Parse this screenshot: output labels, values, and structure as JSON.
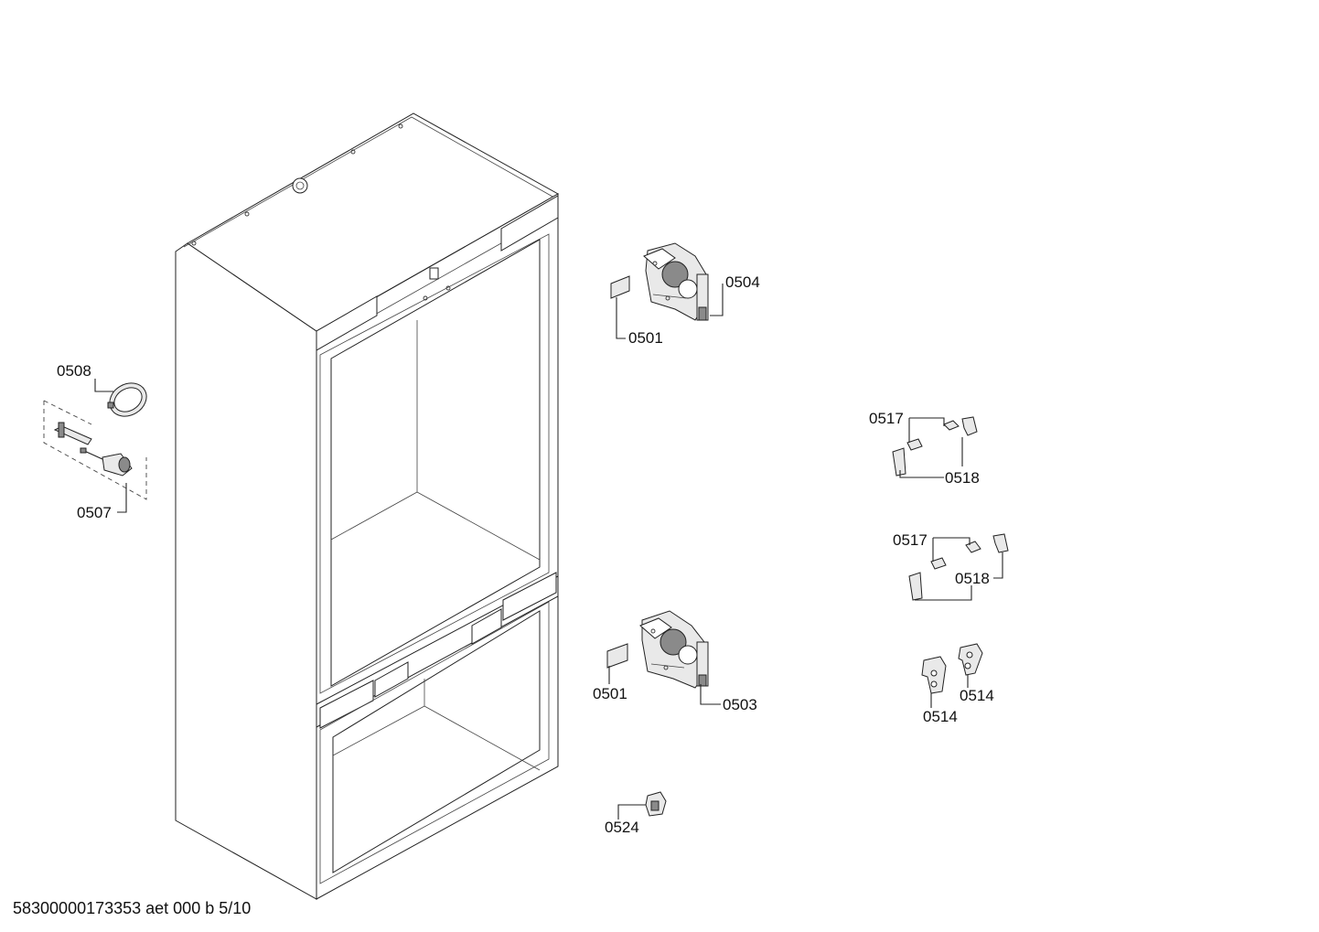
{
  "labels": {
    "p0501_top": "0501",
    "p0504": "0504",
    "p0508": "0508",
    "p0507": "0507",
    "p0517_a": "0517",
    "p0518_a": "0518",
    "p0517_b": "0517",
    "p0518_b": "0518",
    "p0501_bottom": "0501",
    "p0503": "0503",
    "p0514_a": "0514",
    "p0514_b": "0514",
    "p0524": "0524"
  },
  "footer": "58300000173353 aet 000 b 5/10"
}
